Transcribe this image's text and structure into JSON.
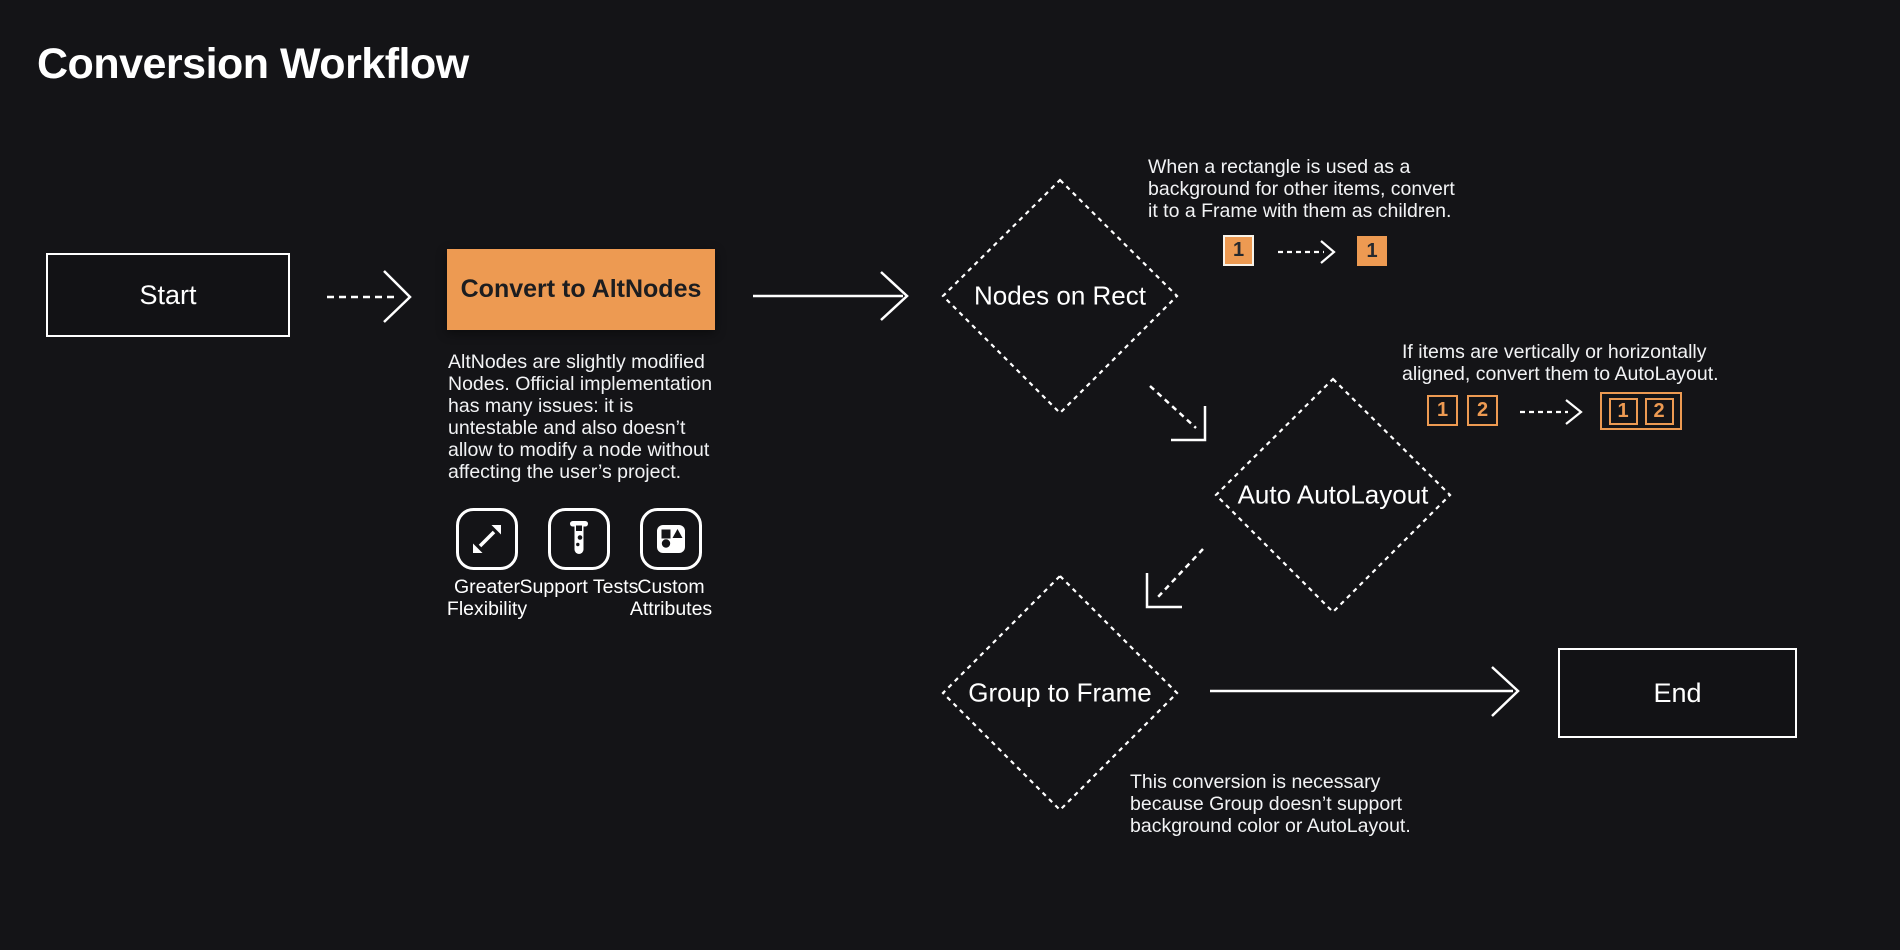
{
  "title": "Conversion Workflow",
  "colors": {
    "background": "#141417",
    "accent_orange": "#ed9a52",
    "node_border": "#ffffff",
    "text": "#f4f4f6",
    "dark_text_on_orange": "#1c1d20"
  },
  "flow": {
    "start": {
      "label": "Start"
    },
    "convert": {
      "label": "Convert to AltNodes",
      "description": "AltNodes are slightly modified\nNodes. Official implementation\nhas many issues: it is\nuntestable and also doesn’t\nallow to modify a node without\naffecting the user’s project.",
      "features": [
        {
          "icon": "expand-arrows-icon",
          "label": "Greater Flexibility"
        },
        {
          "icon": "test-tube-icon",
          "label": "Support Tests"
        },
        {
          "icon": "shapes-icon",
          "label": "Custom Attributes"
        }
      ]
    },
    "nodes_on_rect": {
      "label": "Nodes on Rect",
      "note": "When a rectangle is used as a\nbackground for other items, convert\nit to a Frame with them as children.",
      "before_tag": "1",
      "after_tag": "1"
    },
    "auto_autolayout": {
      "label": "Auto AutoLayout",
      "note": "If items are vertically or horizontally\naligned, convert them to AutoLayout.",
      "before_tags": [
        "1",
        "2"
      ],
      "after_tags": [
        "1",
        "2"
      ]
    },
    "group_to_frame": {
      "label": "Group to Frame",
      "note": "This conversion is necessary\nbecause Group doesn’t support\nbackground color or AutoLayout."
    },
    "end": {
      "label": "End"
    }
  }
}
